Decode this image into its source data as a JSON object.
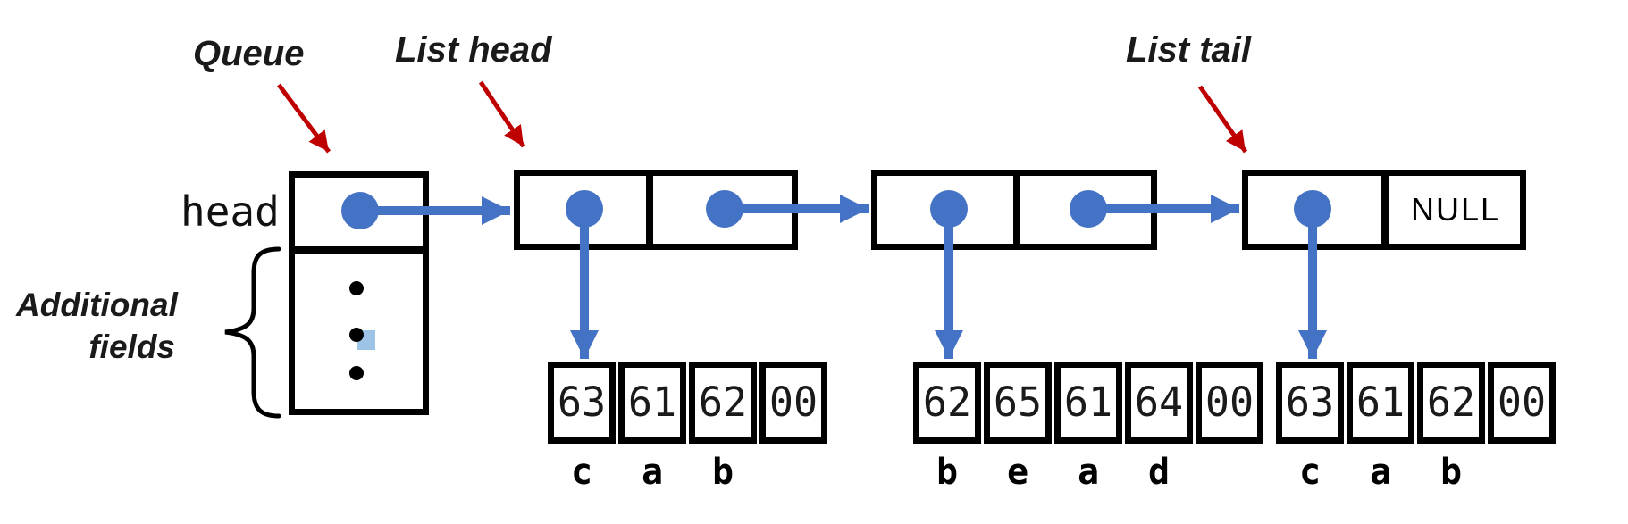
{
  "labels": {
    "queue": "Queue",
    "list_head": "List head",
    "list_tail": "List tail",
    "additional_fields": "Additional fields",
    "head_field": "head",
    "null_value": "NULL"
  },
  "colors": {
    "pointer-blue": "#4472C4",
    "arrow-red": "#BE0000",
    "highlight-blue": "#9DC3E6",
    "line-black": "#000000"
  },
  "arrays": [
    {
      "bytes": [
        "63",
        "61",
        "62",
        "00"
      ],
      "chars": [
        "c",
        "a",
        "b"
      ]
    },
    {
      "bytes": [
        "62",
        "65",
        "61",
        "64",
        "00"
      ],
      "chars": [
        "b",
        "e",
        "a",
        "d"
      ]
    },
    {
      "bytes": [
        "63",
        "61",
        "62",
        "00"
      ],
      "chars": [
        "c",
        "a",
        "b"
      ]
    }
  ]
}
